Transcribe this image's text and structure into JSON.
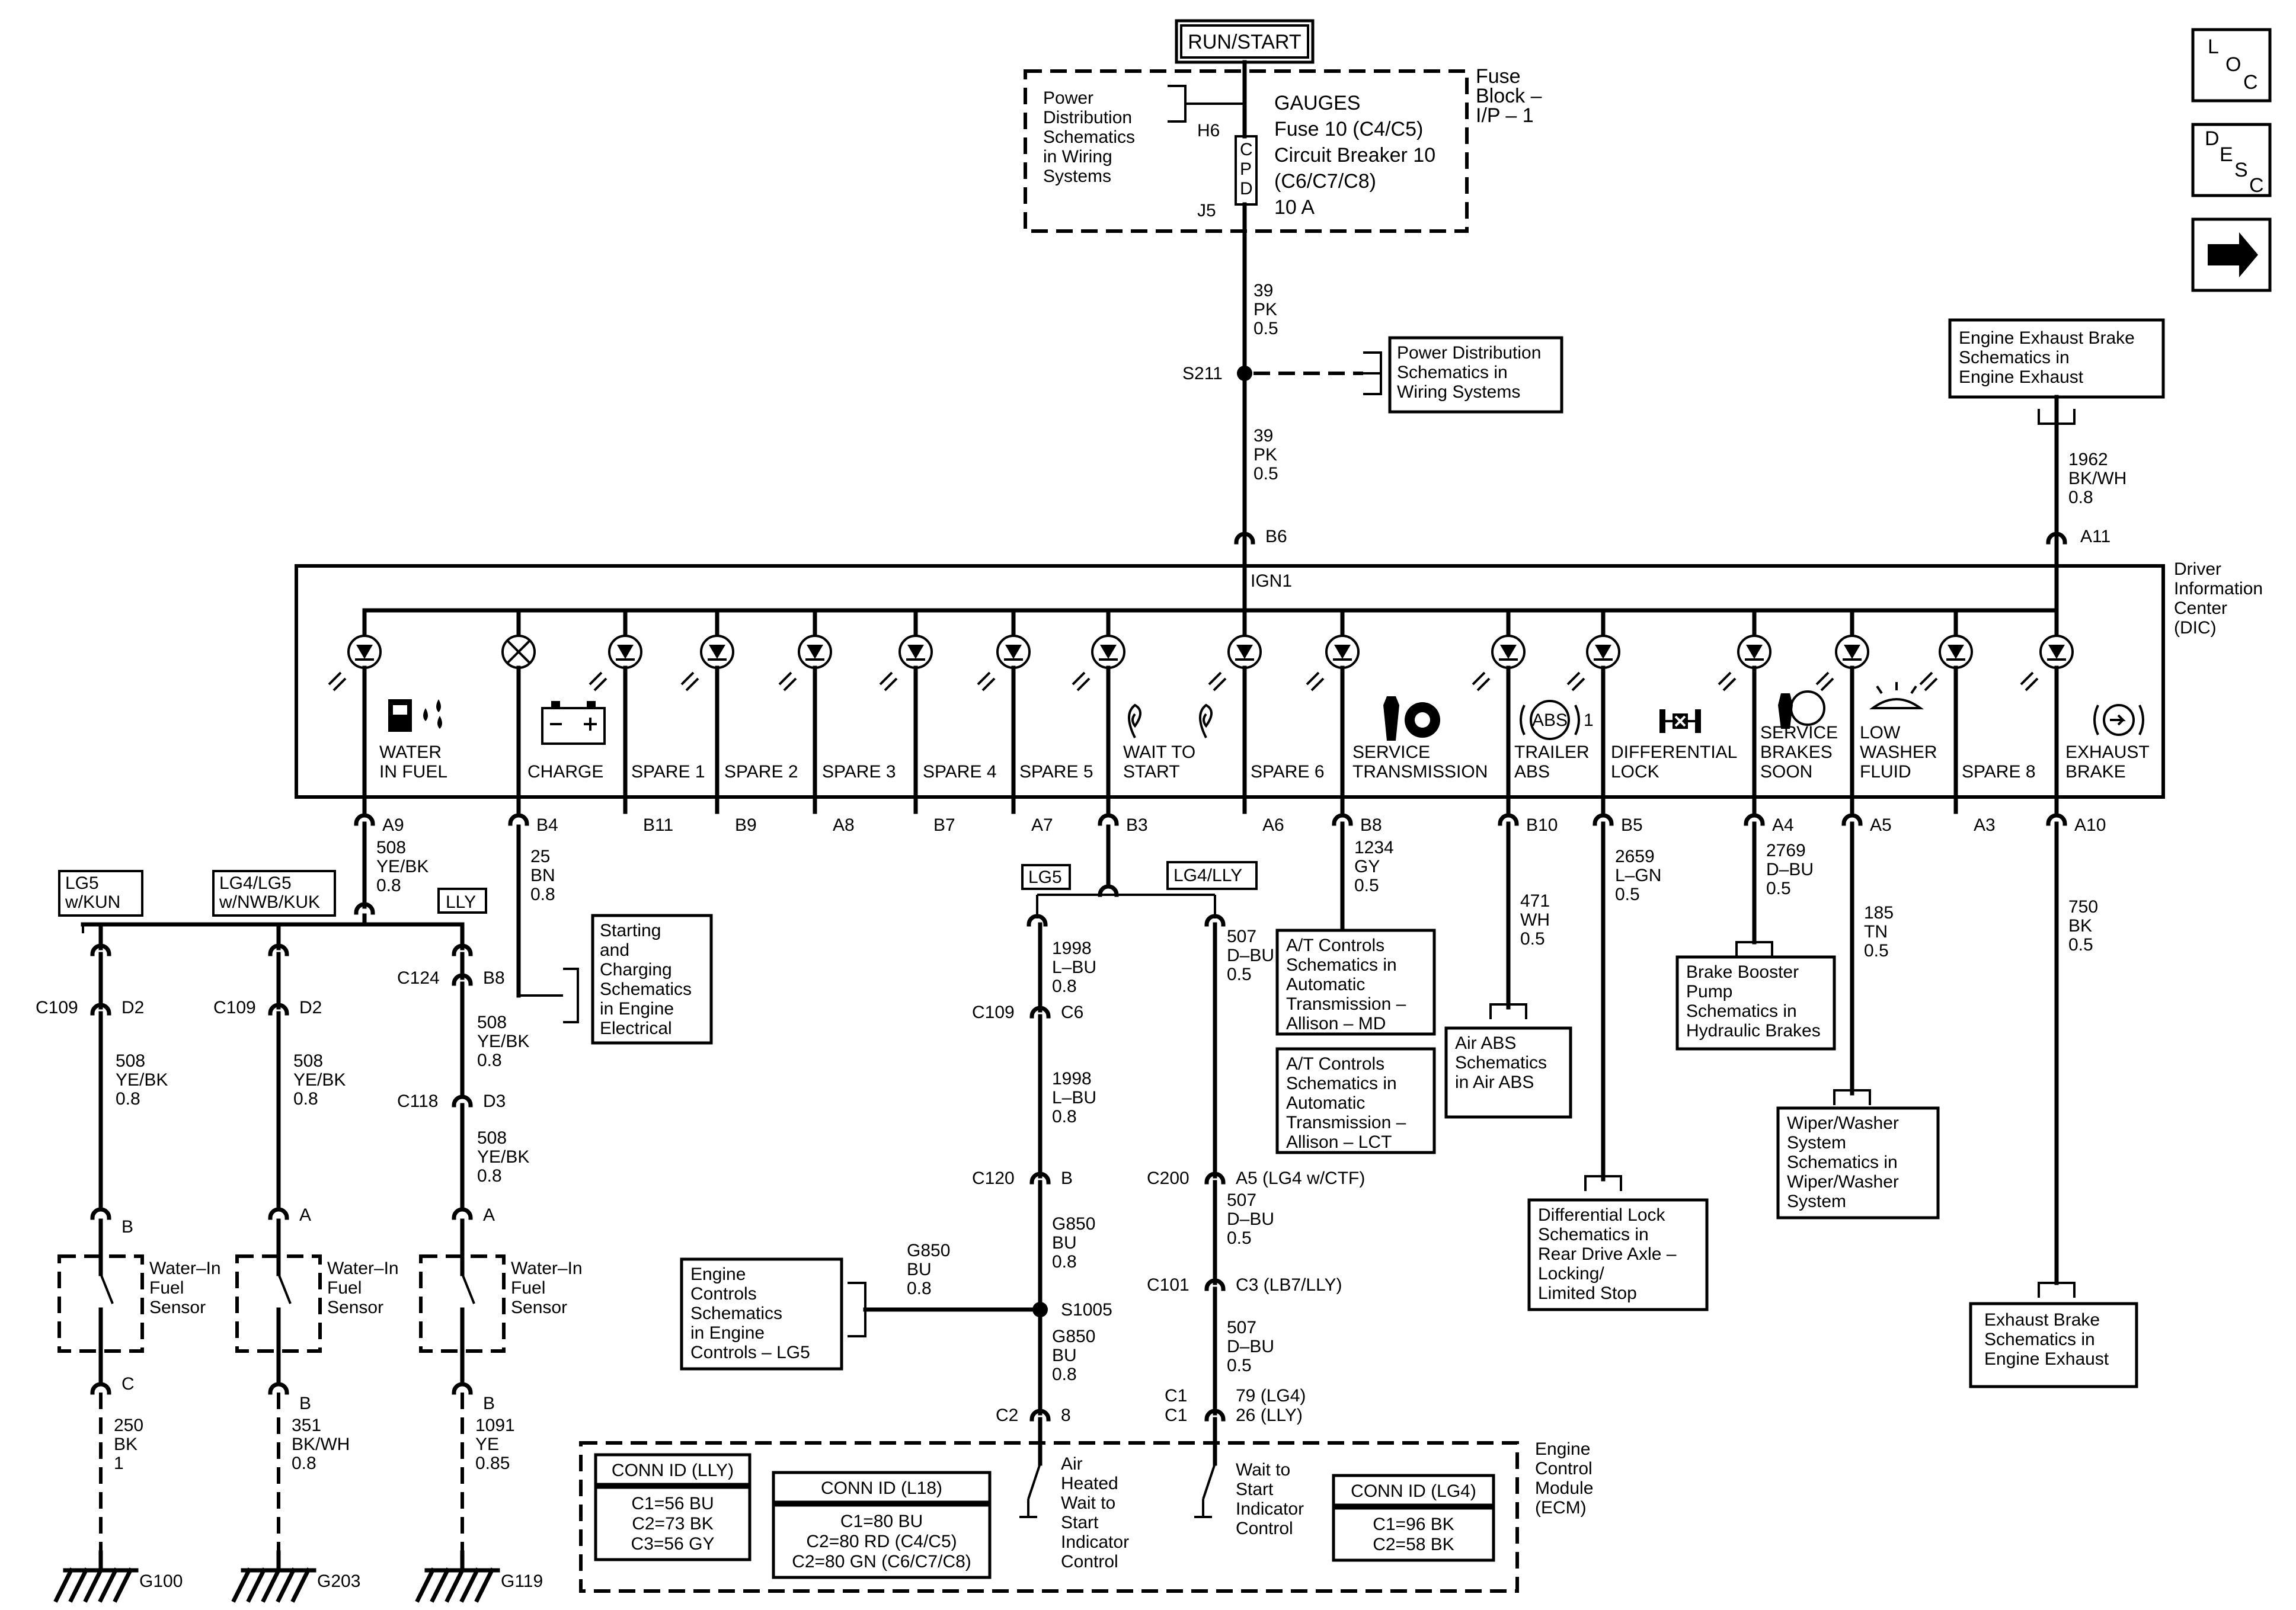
{
  "colors": {
    "line": "#000000",
    "background": "#ffffff"
  },
  "nav": {
    "loc": [
      "L",
      "O",
      "C"
    ],
    "desc": [
      "D",
      "E",
      "S",
      "C"
    ],
    "next_icon": "right-arrow-icon"
  },
  "top": {
    "run_start": "RUN/START",
    "fuse_block": [
      "Fuse",
      "Block –",
      "I/P – 1"
    ],
    "power_dist": [
      "Power",
      "Distribution",
      "Schematics",
      "in Wiring",
      "Systems"
    ],
    "fuse_text": [
      "GAUGES",
      "Fuse 10 (C4/C5)",
      "Circuit Breaker 10",
      "(C6/C7/C8)",
      "10 A"
    ],
    "cpd": [
      "C",
      "P",
      "D"
    ],
    "h6": "H6",
    "j5": "J5",
    "wire_39a": [
      "39",
      "PK",
      "0.5"
    ],
    "s211": "S211",
    "pd_box2": [
      "Power Distribution",
      "Schematics in",
      "Wiring  Systems"
    ],
    "wire_39b": [
      "39",
      "PK",
      "0.5"
    ],
    "b6": "B6",
    "exhaust_top": [
      "Engine Exhaust Brake",
      "Schematics in",
      "Engine Exhaust"
    ],
    "wire_1962": [
      "1962",
      "BK/WH",
      "0.8"
    ],
    "a11": "A11"
  },
  "dic": {
    "name": [
      "Driver",
      "Information",
      "Center",
      "(DIC)"
    ],
    "ign1": "IGN1",
    "indicators": [
      {
        "label": [
          "WATER",
          "IN FUEL"
        ],
        "pin": "A9",
        "icon": "water-in-fuel-icon"
      },
      {
        "label": [
          "CHARGE"
        ],
        "pin": "B4",
        "icon": "battery-icon"
      },
      {
        "label": [
          "SPARE 1"
        ],
        "pin": "B11",
        "icon": ""
      },
      {
        "label": [
          "SPARE 2"
        ],
        "pin": "B9",
        "icon": ""
      },
      {
        "label": [
          "SPARE 3"
        ],
        "pin": "A8",
        "icon": ""
      },
      {
        "label": [
          "SPARE 4"
        ],
        "pin": "B7",
        "icon": ""
      },
      {
        "label": [
          "SPARE 5"
        ],
        "pin": "A7",
        "icon": ""
      },
      {
        "label": [
          "WAIT TO",
          "START"
        ],
        "pin": "B3",
        "icon": "glow-plug-icon"
      },
      {
        "label": [
          "SPARE 6"
        ],
        "pin": "A6",
        "icon": ""
      },
      {
        "label": [
          "SERVICE",
          "TRANSMISSION"
        ],
        "pin": "B8",
        "icon": "transmission-service-icon"
      },
      {
        "label": [
          "TRAILER",
          "ABS"
        ],
        "pin": "B10",
        "icon": "abs-icon"
      },
      {
        "label": [
          "DIFFERENTIAL",
          "LOCK"
        ],
        "pin": "B5",
        "icon": "differential-lock-icon"
      },
      {
        "label": [
          "SERVICE",
          "BRAKES",
          "SOON"
        ],
        "pin": "A4",
        "icon": "brake-service-icon"
      },
      {
        "label": [
          "LOW",
          "WASHER",
          "FLUID"
        ],
        "pin": "A5",
        "icon": "washer-fluid-icon"
      },
      {
        "label": [
          "SPARE 8"
        ],
        "pin": "A3",
        "icon": ""
      },
      {
        "label": [
          "EXHAUST",
          "BRAKE"
        ],
        "pin": "A10",
        "icon": "exhaust-brake-icon"
      }
    ],
    "abs_superscript": "1"
  },
  "left": {
    "wire_508_top": [
      "508",
      "YE/BK",
      "0.8"
    ],
    "opt_lg5_kun": [
      "LG5",
      "w/KUN"
    ],
    "opt_lg4_nwb": [
      "LG4/LG5",
      "w/NWB/KUK"
    ],
    "opt_lly": "LLY",
    "c109_1": "C109",
    "d2_1": "D2",
    "c109_2": "C109",
    "d2_2": "D2",
    "c124": "C124",
    "b8_left": "B8",
    "w508_1": [
      "508",
      "YE/BK",
      "0.8"
    ],
    "w508_2": [
      "508",
      "YE/BK",
      "0.8"
    ],
    "w508_3": [
      "508",
      "YE/BK",
      "0.8"
    ],
    "c118": "C118",
    "d3": "D3",
    "w508_4": [
      "508",
      "YE/BK",
      "0.8"
    ],
    "pin_b1": "B",
    "pin_a1": "A",
    "pin_a2": "A",
    "sensor": [
      "Water–In",
      "Fuel",
      "Sensor"
    ],
    "pin_c": "C",
    "pin_b2": "B",
    "pin_b3": "B",
    "w250": [
      "250",
      "BK",
      "1"
    ],
    "w351": [
      "351",
      "BK/WH",
      "0.8"
    ],
    "w1091": [
      "1091",
      "YE",
      "0.85"
    ],
    "g100": "G100",
    "g203": "G203",
    "g119": "G119"
  },
  "charge": {
    "wire_25": [
      "25",
      "BN",
      "0.8"
    ],
    "box": [
      "Starting",
      "and",
      "Charging",
      "Schematics",
      "in Engine",
      "Electrical"
    ]
  },
  "center": {
    "opt_lg5": "LG5",
    "opt_lg4lly": "LG4/LLY",
    "w1998_1": [
      "1998",
      "L–BU",
      "0.8"
    ],
    "c109": "C109",
    "c6": "C6",
    "w1998_2": [
      "1998",
      "L–BU",
      "0.8"
    ],
    "c120": "C120",
    "b_c120": "B",
    "wg850_1": [
      "G850",
      "BU",
      "0.8"
    ],
    "s1005": "S1005",
    "wg850_left": [
      "G850",
      "BU",
      "0.8"
    ],
    "ec_box": [
      "Engine",
      "Controls",
      "Schematics",
      "in Engine",
      "Controls – LG5"
    ],
    "wg850_2": [
      "G850",
      "BU",
      "0.8"
    ],
    "c2": "C2",
    "p8": "8",
    "w507_1": [
      "507",
      "D–BU",
      "0.5"
    ],
    "c200": "C200",
    "a5_note": "A5 (LG4 w/CTF)",
    "w507_2": [
      "507",
      "D–BU",
      "0.5"
    ],
    "c101": "C101",
    "c3_note": "C3 (LB7/LLY)",
    "w507_3": [
      "507",
      "D–BU",
      "0.5"
    ],
    "c1a": "C1",
    "c1b": "C1",
    "p79": "79 (LG4)",
    "p26": "26 (LLY)"
  },
  "ecm": {
    "name": [
      "Engine",
      "Control",
      "Module",
      "(ECM)"
    ],
    "air_heated": [
      "Air",
      "Heated",
      "Wait to",
      "Start",
      "Indicator",
      "Control"
    ],
    "wait_to_start": [
      "Wait to",
      "Start",
      "Indicator",
      "Control"
    ],
    "conn_lly": {
      "title": "CONN ID (LLY)",
      "rows": [
        "C1=56 BU",
        "C2=73 BK",
        "C3=56 GY"
      ]
    },
    "conn_l18": {
      "title": "CONN ID (L18)",
      "rows": [
        "C1=80 BU",
        "C2=80 RD  (C4/C5)",
        "C2=80 GN  (C6/C7/C8)"
      ]
    },
    "conn_lg4": {
      "title": "CONN ID (LG4)",
      "rows": [
        "C1=96 BK",
        "C2=58 BK"
      ]
    }
  },
  "right": {
    "w1234": [
      "1234",
      "GY",
      "0.5"
    ],
    "at_md": [
      "A/T Controls",
      "Schematics in",
      "Automatic",
      "Transmission –",
      "Allison – MD"
    ],
    "at_lct": [
      "A/T Controls",
      "Schematics in",
      "Automatic",
      "Transmission –",
      "Allison – LCT"
    ],
    "w471": [
      "471",
      "WH",
      "0.5"
    ],
    "air_abs": [
      "Air ABS",
      "Schematics",
      "in Air ABS"
    ],
    "w2659": [
      "2659",
      "L–GN",
      "0.5"
    ],
    "diff_box": [
      "Differential Lock",
      "Schematics in",
      "Rear Drive Axle –",
      "Locking/",
      "Limited Stop"
    ],
    "w2769": [
      "2769",
      "D–BU",
      "0.5"
    ],
    "brake_box": [
      "Brake Booster",
      "Pump",
      "Schematics in",
      "Hydraulic Brakes"
    ],
    "w185": [
      "185",
      "TN",
      "0.5"
    ],
    "wiper_box": [
      "Wiper/Washer",
      "System",
      "Schematics in",
      "Wiper/Washer",
      "System"
    ],
    "w750": [
      "750",
      "BK",
      "0.5"
    ],
    "exhaust_box": [
      "Exhaust Brake",
      "Schematics in",
      "Engine Exhaust"
    ]
  }
}
